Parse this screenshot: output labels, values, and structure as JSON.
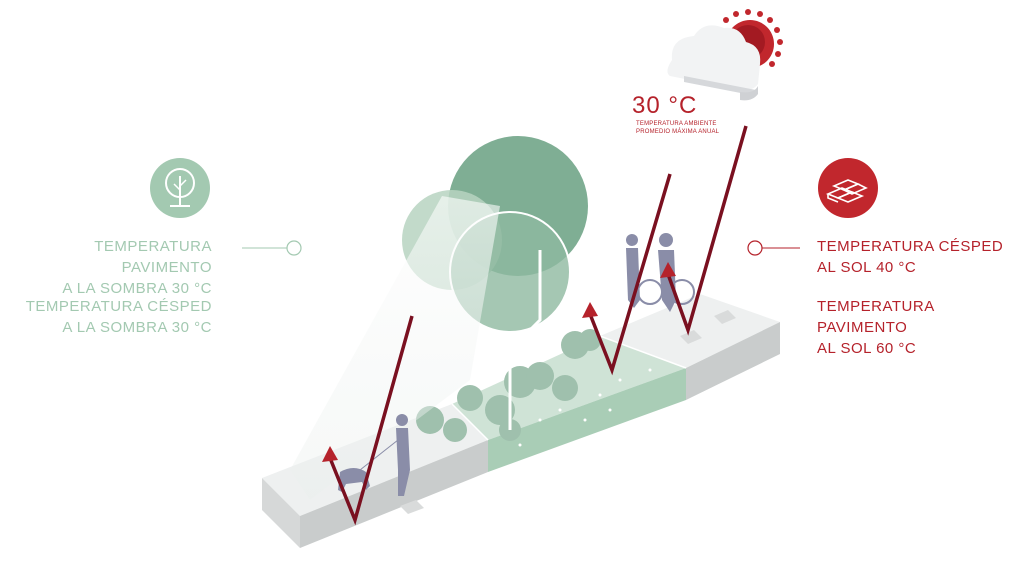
{
  "ambient": {
    "value": "30 °C",
    "subtitle_line1": "TEMPERATURA AMBIENTE",
    "subtitle_line2": "PROMEDIO MÁXIMA ANUAL"
  },
  "shade": {
    "pavement_line1": "TEMPERATURA PAVIMENTO",
    "pavement_line2": "A LA SOMBRA 30 °C",
    "grass_line1": "TEMPERATURA CÉSPED",
    "grass_line2": "A LA SOMBRA 30 °C",
    "icon": "tree-icon"
  },
  "sun": {
    "grass_line1": "TEMPERATURA CÉSPED",
    "grass_line2": "AL SOL 40 °C",
    "pavement_line1": "TEMPERATURA PAVIMENTO",
    "pavement_line2": "AL SOL 60 °C",
    "icon": "pavement-bricks-icon"
  },
  "colors": {
    "shade_green": "#a3c9b1",
    "sun_red": "#b5222b",
    "arrow_dark_red": "#7a1020"
  }
}
